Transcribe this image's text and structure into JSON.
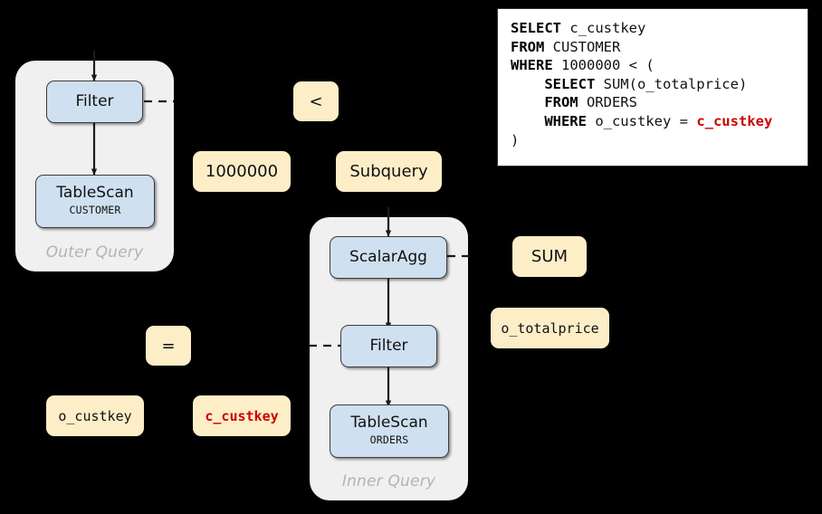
{
  "sql_panel": {
    "lines": [
      {
        "keyword": "SELECT",
        "rest": " c_custkey"
      },
      {
        "keyword": "FROM",
        "rest": " CUSTOMER"
      },
      {
        "keyword": "WHERE",
        "rest": " 1000000 < ("
      },
      {
        "keyword": "SELECT",
        "rest": " SUM(o_totalprice)",
        "indent": true
      },
      {
        "keyword": "FROM",
        "rest": " ORDERS",
        "indent": true
      },
      {
        "keyword": "WHERE",
        "rest": " o_custkey = ",
        "indent": true,
        "correlated": "c_custkey"
      },
      {
        "keyword": "",
        "rest": ")"
      }
    ]
  },
  "outer_query": {
    "label": "Outer Query",
    "nodes": [
      {
        "title": "Filter",
        "sub": ""
      },
      {
        "title": "TableScan",
        "sub": "CUSTOMER"
      }
    ]
  },
  "inner_query": {
    "label": "Inner Query",
    "nodes": [
      {
        "title": "ScalarAgg",
        "sub": ""
      },
      {
        "title": "Filter",
        "sub": ""
      },
      {
        "title": "TableScan",
        "sub": "ORDERS"
      }
    ]
  },
  "expressions": {
    "outer_predicate_operator": "<",
    "outer_predicate_left": "1000000",
    "outer_predicate_right": "Subquery",
    "aggregate_function": "SUM",
    "aggregate_argument": "o_totalprice",
    "inner_predicate_operator": "=",
    "inner_predicate_left": "o_custkey",
    "inner_predicate_right": "c_custkey"
  },
  "colors": {
    "background": "#000000",
    "group_fill": "#f0f0f0",
    "operator_fill": "#cfe0f0",
    "expression_fill": "#fdeec8",
    "correlated_text": "#cc0000",
    "group_label_text": "#b3b3b3",
    "edge_stroke": "#1a1a1a"
  }
}
